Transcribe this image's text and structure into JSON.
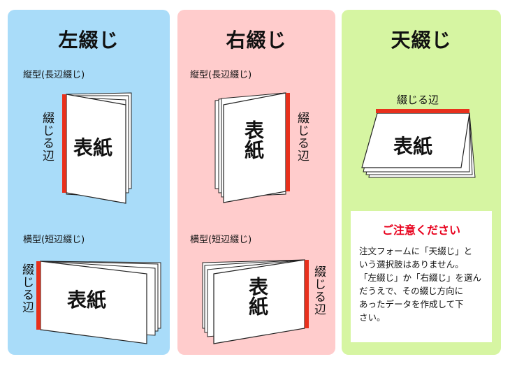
{
  "left": {
    "title": "左綴じ",
    "portrait_label": "縦型(長辺綴じ)",
    "landscape_label": "横型(短辺綴じ)",
    "edge_label": "綴じる辺",
    "cover_text": "表紙"
  },
  "right": {
    "title": "右綴じ",
    "portrait_label": "縦型(長辺綴じ)",
    "landscape_label": "横型(短辺綴じ)",
    "edge_label": "綴じる辺",
    "cover_text": "表紙"
  },
  "top": {
    "title": "天綴じ",
    "edge_label": "綴じる辺",
    "cover_text": "表紙"
  },
  "notice": {
    "title": "ご注意ください",
    "lines": [
      "注文フォームに「天綴じ」と",
      "いう選択肢はありません。",
      "「左綴じ」か「右綴じ」を選ん",
      "だうえで、その綴じ方向に",
      "あったデータを作成して下",
      "さい。"
    ]
  },
  "colors": {
    "left_panel": "#a9dcf9",
    "right_panel": "#ffcccc",
    "top_panel": "#d6f5a2",
    "binding_edge": "#e8301c",
    "notice_title": "#e8001c"
  }
}
